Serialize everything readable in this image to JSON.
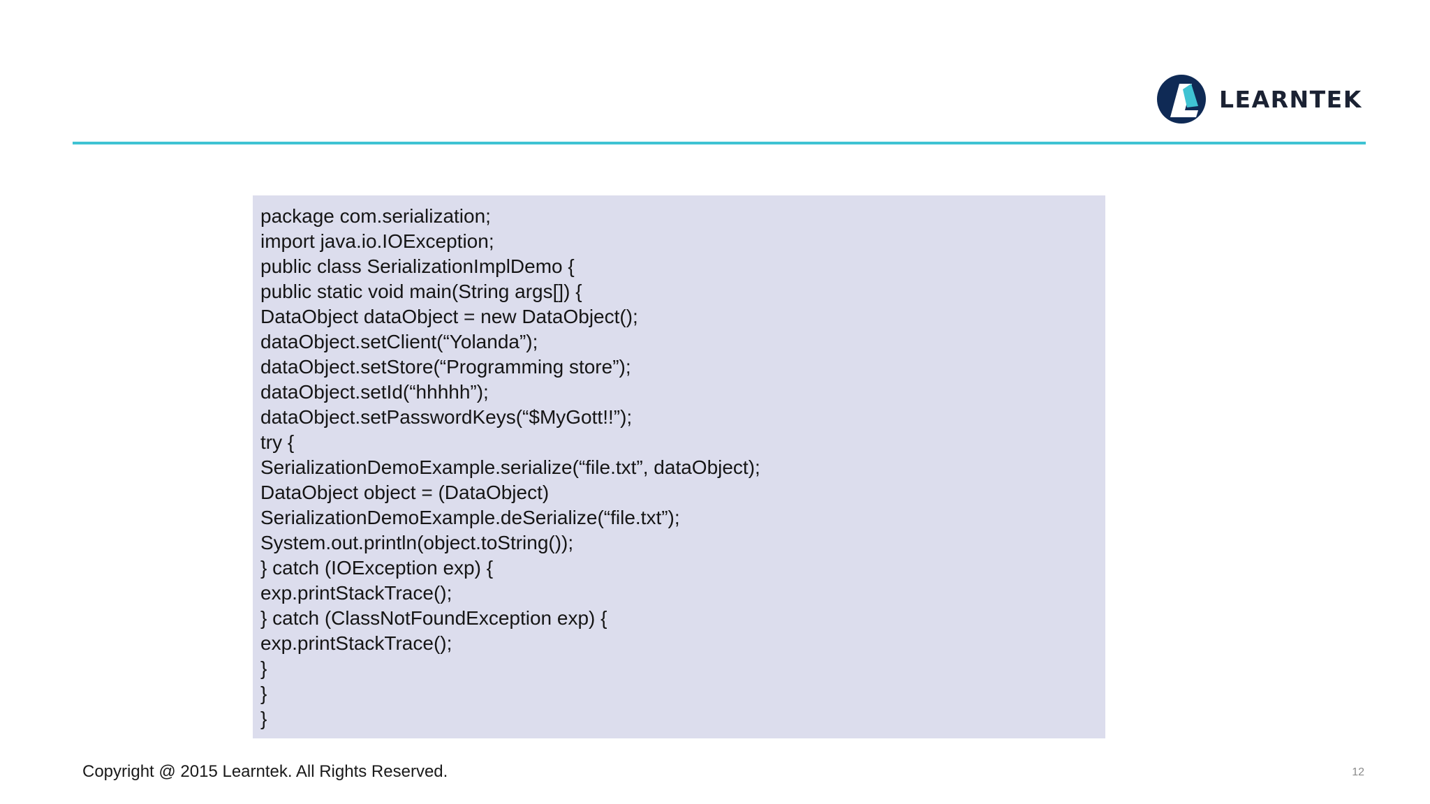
{
  "header": {
    "logo_text": "LEARNTEK",
    "accent_color": "#3fc3d3",
    "logo_dark_color": "#0f2a55",
    "logo_teal_color": "#3fc3d3"
  },
  "code": {
    "background_color": "#dcdded",
    "lines": [
      "package com.serialization;",
      "import java.io.IOException;",
      "public class SerializationImplDemo {",
      "public static void main(String args[]) {",
      "DataObject dataObject = new DataObject();",
      "dataObject.setClient(“Yolanda”);",
      "dataObject.setStore(“Programming store”);",
      "dataObject.setId(“hhhhh”);",
      "dataObject.setPasswordKeys(“$MyGott!!”);",
      "try {",
      "SerializationDemoExample.serialize(“file.txt”, dataObject);",
      "DataObject object = (DataObject)",
      "SerializationDemoExample.deSerialize(“file.txt”);",
      "System.out.println(object.toString());",
      "} catch (IOException exp) {",
      "exp.printStackTrace();",
      "} catch (ClassNotFoundException exp) {",
      "exp.printStackTrace();",
      "}",
      "}",
      "}"
    ]
  },
  "footer": {
    "copyright": "Copyright @ 2015 Learntek. All Rights Reserved.",
    "page_number": "12"
  }
}
